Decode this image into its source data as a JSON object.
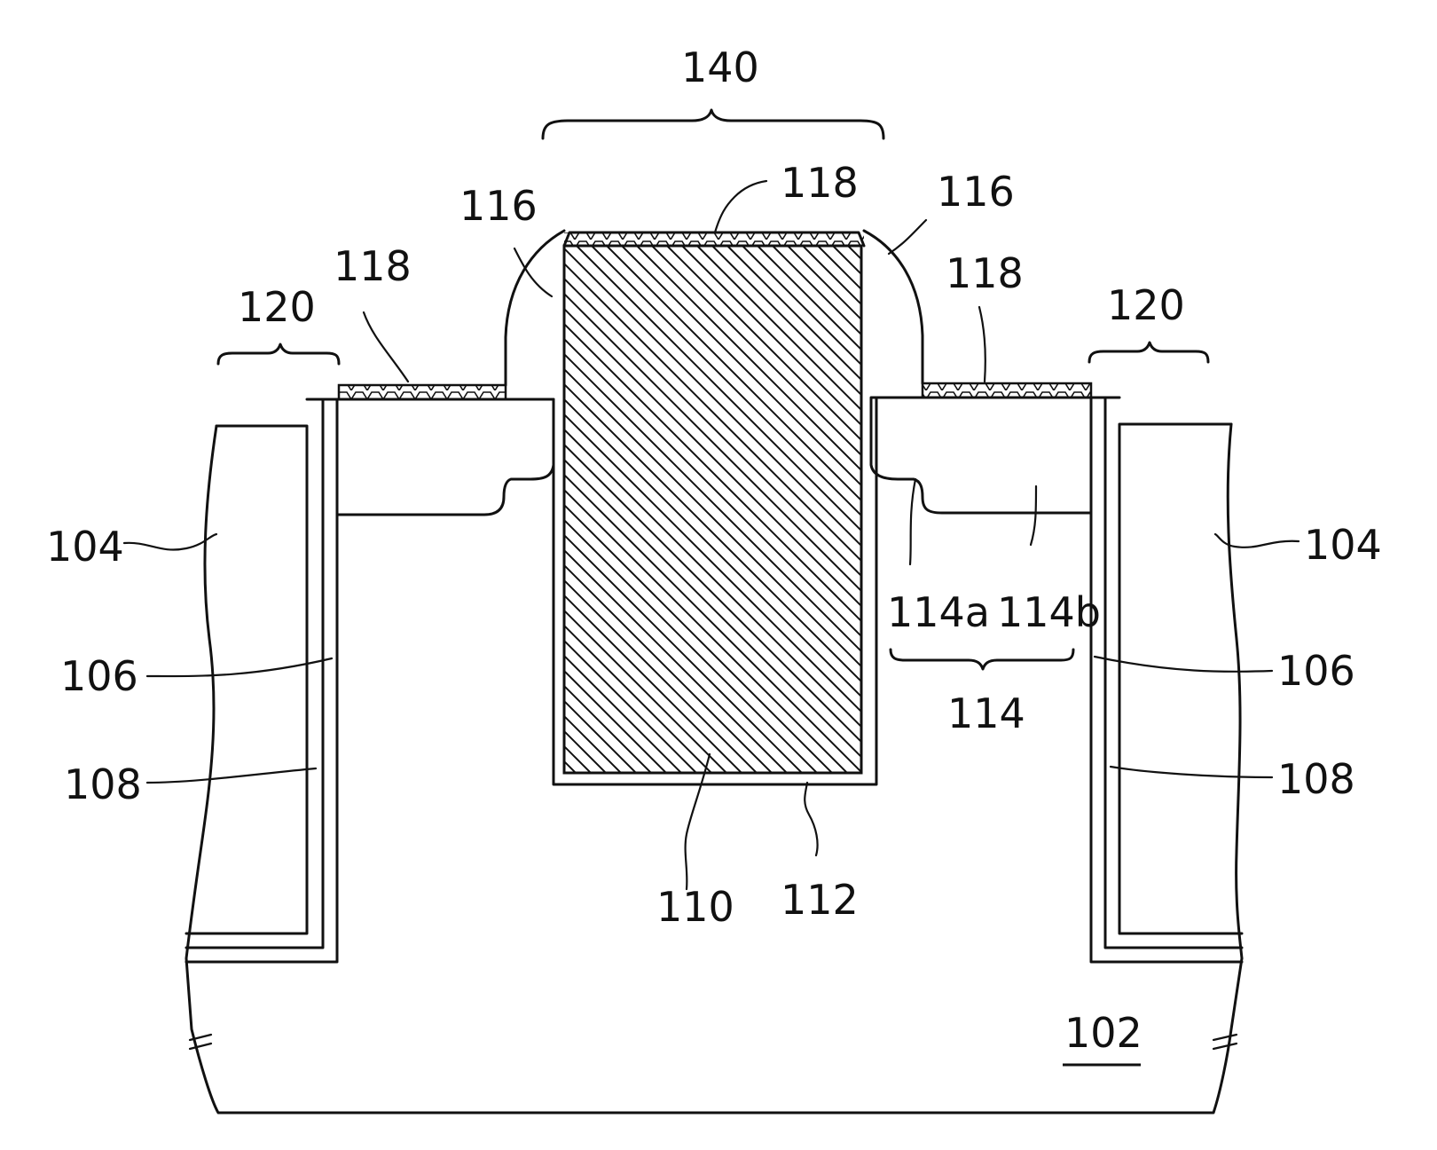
{
  "labels": {
    "gate_region": "140",
    "silicide_top": "118",
    "spacer_left": "116",
    "spacer_right": "116",
    "silicide_left": "118",
    "silicide_right": "118",
    "contact_left": "120",
    "contact_right": "120",
    "isolation_left": "104",
    "isolation_right": "104",
    "liner_outer_left": "106",
    "liner_outer_right": "106",
    "liner_inner_left": "108",
    "liner_inner_right": "108",
    "sd_extension": "114a",
    "sd_deep": "114b",
    "sd_region": "114",
    "gate_electrode": "110",
    "gate_dielectric": "112",
    "substrate": "102"
  },
  "colors": {
    "line": "#111111",
    "background": "#ffffff"
  }
}
